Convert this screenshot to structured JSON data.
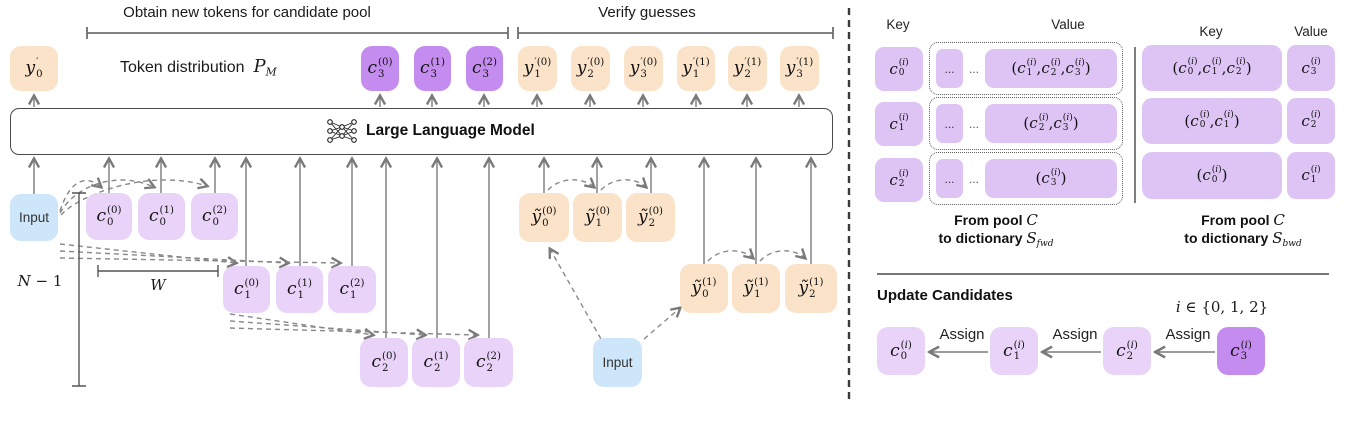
{
  "left": {
    "section_labels": {
      "obtain": "Obtain new tokens for candidate pool",
      "verify": "Verify guesses"
    },
    "token_distribution_label": "Token distribution",
    "token_distribution_math": "P_{M}",
    "llm_label": "Large Language Model",
    "input_label": "Input",
    "measure_n": "N − 1",
    "measure_w": "W",
    "top": {
      "y0": "y^{′}_{0}",
      "c3": [
        "c_{3}^{(0)}",
        "c_{3}^{(1)}",
        "c_{3}^{(2)}"
      ],
      "guesses": [
        "y^{′(0)}_{1}",
        "y^{′(0)}_{2}",
        "y^{′(0)}_{3}",
        "y^{′(1)}_{1}",
        "y^{′(1)}_{2}",
        "y^{′(1)}_{3}"
      ]
    },
    "rows": {
      "c0": [
        "c_{0}^{(0)}",
        "c_{0}^{(1)}",
        "c_{0}^{(2)}"
      ],
      "c1": [
        "c_{1}^{(0)}",
        "c_{1}^{(1)}",
        "c_{1}^{(2)}"
      ],
      "c2": [
        "c_{2}^{(0)}",
        "c_{2}^{(1)}",
        "c_{2}^{(2)}"
      ],
      "yt0": [
        "ỹ^{(0)}_{0}",
        "ỹ^{(0)}_{1}",
        "ỹ^{(0)}_{2}"
      ],
      "yt1": [
        "ỹ^{(1)}_{0}",
        "ỹ^{(1)}_{1}",
        "ỹ^{(1)}_{2}"
      ]
    }
  },
  "right": {
    "fwd": {
      "key_header": "Key",
      "value_header": "Value",
      "keys": [
        "c_{0}^{(i)}",
        "c_{1}^{(i)}",
        "c_{2}^{(i)}"
      ],
      "dots": "...",
      "values": [
        "(c_{1}^{(i)}, c_{2}^{(i)}, c_{3}^{(i)})",
        "(c_{2}^{(i)}, c_{3}^{(i)})",
        "(c_{3}^{(i)})"
      ],
      "caption_line1_text": "From pool",
      "caption_line1_math": "C",
      "caption_line2_text": "to dictionary",
      "caption_line2_math": "S_{fwd}"
    },
    "bwd": {
      "key_header": "Key",
      "value_header": "Value",
      "keys": [
        "(c_{0}^{(i)}, c_{1}^{(i)}, c_{2}^{(i)})",
        "(c_{0}^{(i)}, c_{1}^{(i)})",
        "(c_{0}^{(i)})"
      ],
      "values": [
        "c_{3}^{(i)}",
        "c_{2}^{(i)}",
        "c_{1}^{(i)}"
      ],
      "caption_line1_text": "From pool",
      "caption_line1_math": "C",
      "caption_line2_text": "to dictionary",
      "caption_line2_math": "S_{bwd}"
    },
    "update": {
      "title": "Update Candidates",
      "range_math": "i ∈ {0, 1, 2}",
      "tokens": [
        "c_{0}^{(i)}",
        "c_{1}^{(i)}",
        "c_{2}^{(i)}",
        "c_{3}^{(i)}"
      ],
      "assign_label": "Assign"
    }
  },
  "colors": {
    "orange": "#FBE3C9",
    "purple_light": "#E9D3F8",
    "purple_medium": "#C58CF0",
    "purple_table": "#DEC4F5",
    "blue": "#CDE6FA",
    "line_gray": "#777777"
  }
}
